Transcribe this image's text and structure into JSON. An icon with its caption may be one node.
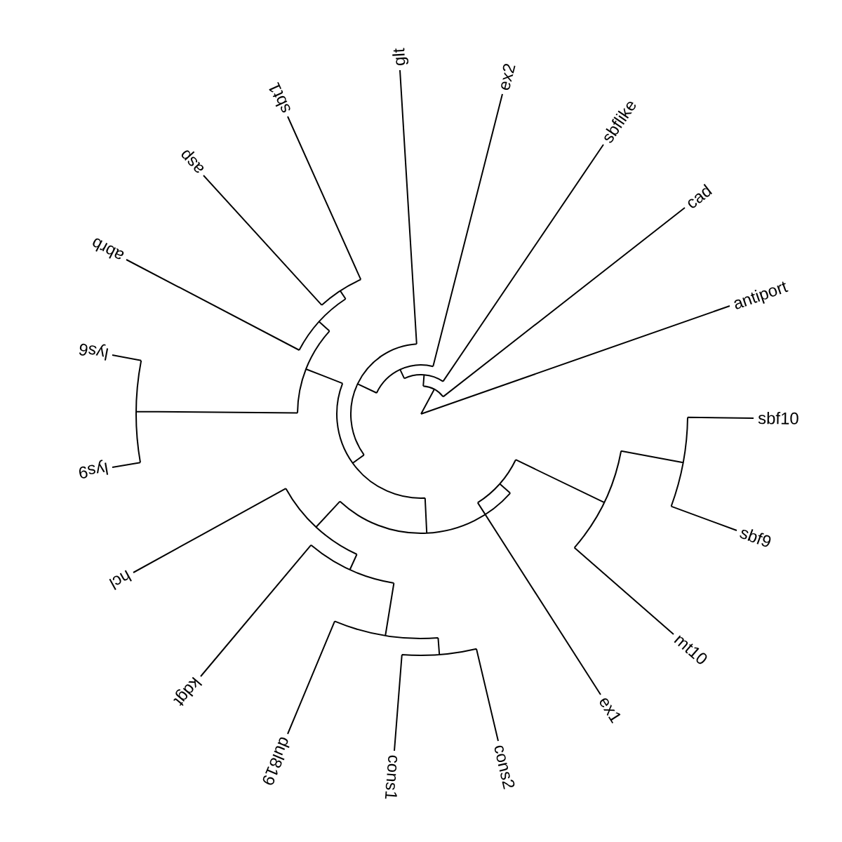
{
  "diagram": {
    "labels": [
      "antiport",
      "cad",
      "sbflike",
      "ex2",
      "glt",
      "sbt1",
      "asp",
      "abrb",
      "lys6",
      "lys9",
      "hcl",
      "kdgt",
      "dul819",
      "cons1",
      "cons2",
      "ex1",
      "mt10",
      "sbf9",
      "sbf10"
    ]
  }
}
